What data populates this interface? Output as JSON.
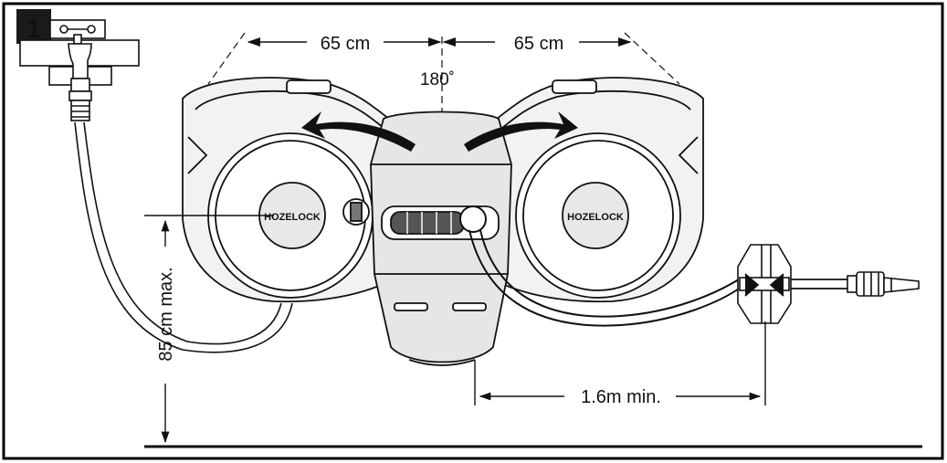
{
  "figure": {
    "step_number": "1",
    "brand_logo": "HOZELOCK",
    "colors": {
      "ink": "#1a1a1a",
      "frame": "#000000",
      "badge": "#1a1a1a",
      "badge_text": "#ffffff",
      "body_shade": "#dcdcdc"
    },
    "annotations": {
      "width_left": "65 cm",
      "width_right": "65 cm",
      "rotation": "180˚",
      "height_max": "85 cm max.",
      "distance_min": "1.6m min."
    },
    "icons": [
      "tap-icon",
      "hose-reel-icon",
      "hose-connector-icon",
      "wall-guide-icon",
      "rotation-arrow-icon",
      "dimension-arrow-icon"
    ]
  }
}
